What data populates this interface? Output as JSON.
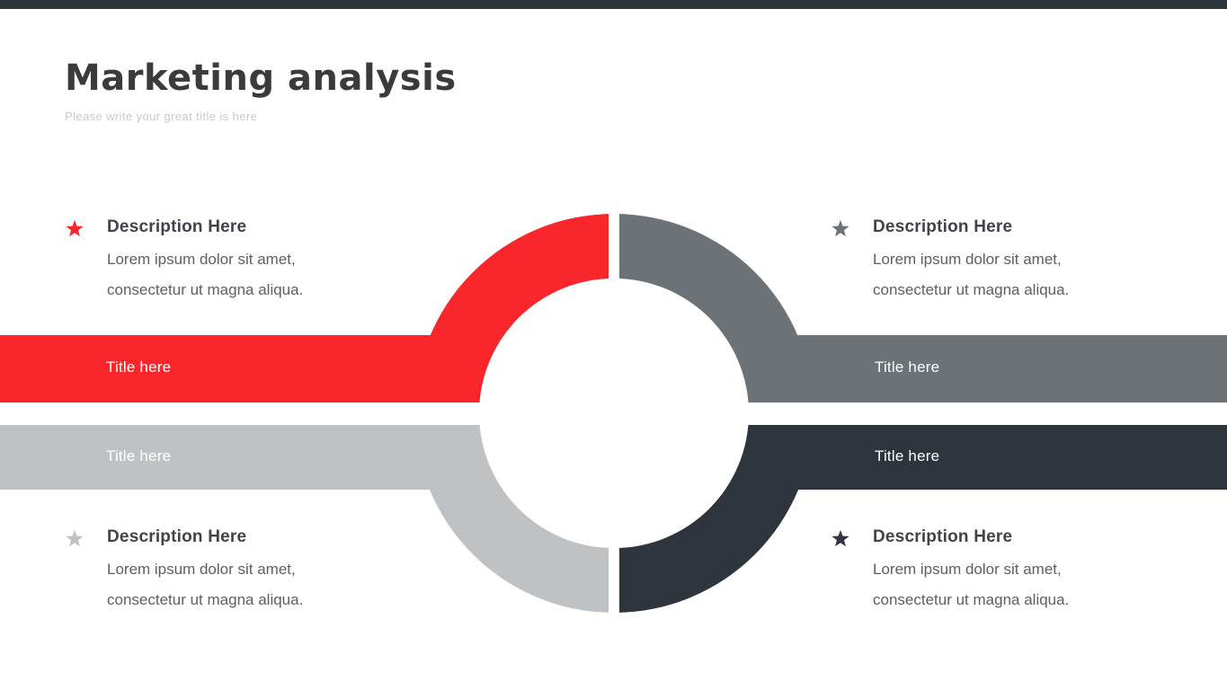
{
  "header": {
    "title": "Marketing analysis",
    "subtitle": "Please write your great title is here"
  },
  "diagram": {
    "type": "4-quadrant ring with side bars",
    "quadrants": [
      {
        "position": "top-left",
        "color": "#f9262b",
        "bar_label": "Title here",
        "heading": "Description Here",
        "body": [
          "Lorem ipsum dolor sit amet,",
          "consectetur ut magna aliqua."
        ]
      },
      {
        "position": "top-right",
        "color": "#6d7277",
        "bar_label": "Title here",
        "heading": "Description Here",
        "body": [
          "Lorem ipsum dolor sit amet,",
          "consectetur ut magna aliqua."
        ]
      },
      {
        "position": "bottom-left",
        "color": "#bfc2c5",
        "bar_label": "Title here",
        "heading": "Description Here",
        "body": [
          "Lorem ipsum dolor sit amet,",
          "consectetur ut magna aliqua."
        ]
      },
      {
        "position": "bottom-right",
        "color": "#2e353d",
        "bar_label": "Title here",
        "heading": "Description Here",
        "body": [
          "Lorem ipsum dolor sit amet,",
          "consectetur ut magna aliqua."
        ]
      }
    ]
  },
  "colors": {
    "background": "#ffffff",
    "top_strip": "#2e353d",
    "title_text": "#3b3b3b",
    "subtitle_text": "#c9c9c9",
    "heading_text": "#40444a",
    "body_text": "#5b6064",
    "bar_label_text": "#ffffff"
  }
}
